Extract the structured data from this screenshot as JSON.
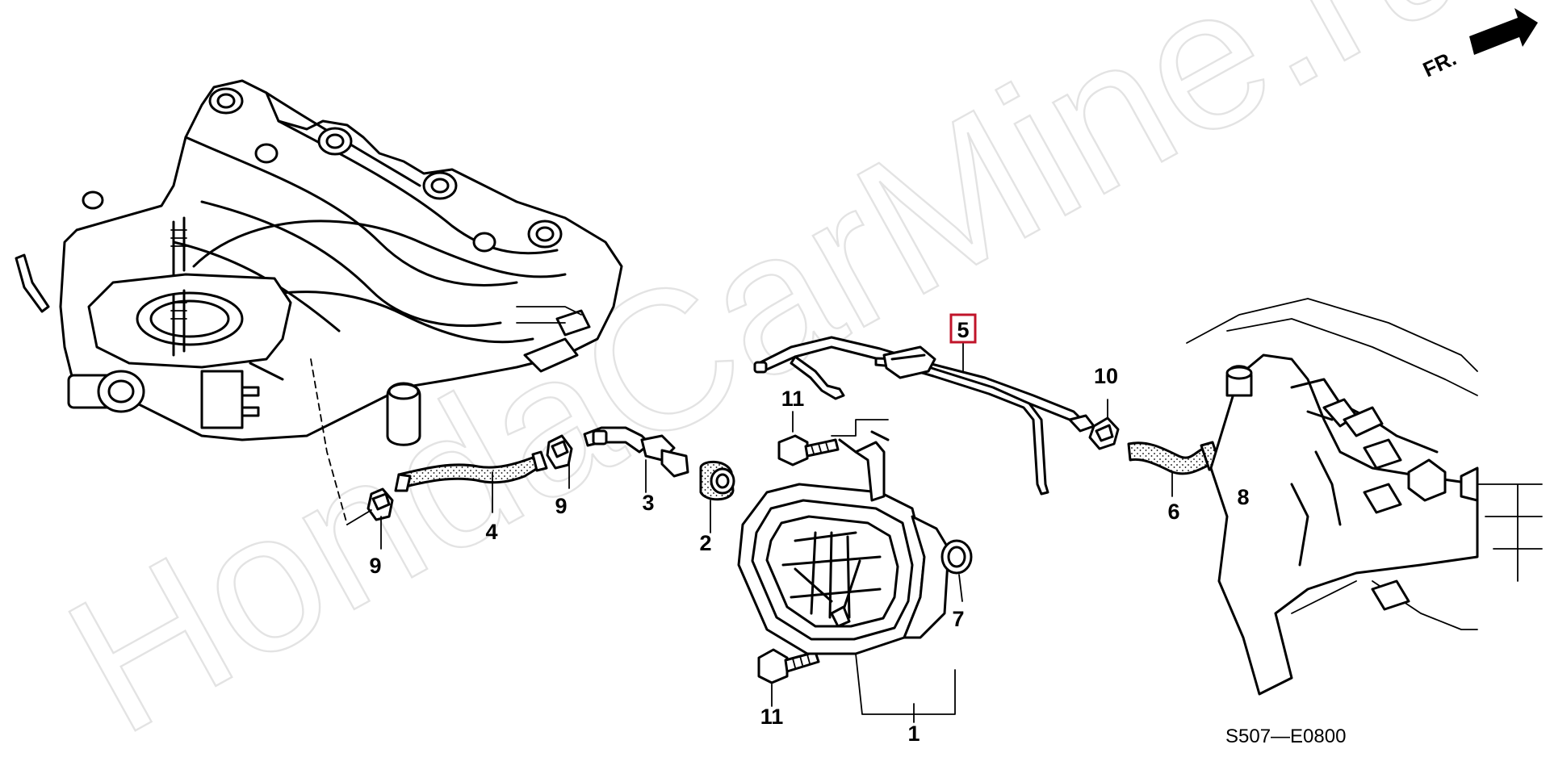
{
  "watermark": "HondaCarMine.ru",
  "direction_label": "FR.",
  "diagram_code": "S507—E0800",
  "highlight_color": "#c0142a",
  "callouts": {
    "c1": "1",
    "c2": "2",
    "c3": "3",
    "c4": "4",
    "c5": "5",
    "c6": "6",
    "c7": "7",
    "c8": "8",
    "c9a": "9",
    "c9b": "9",
    "c10": "10",
    "c11a": "11",
    "c11b": "11"
  }
}
